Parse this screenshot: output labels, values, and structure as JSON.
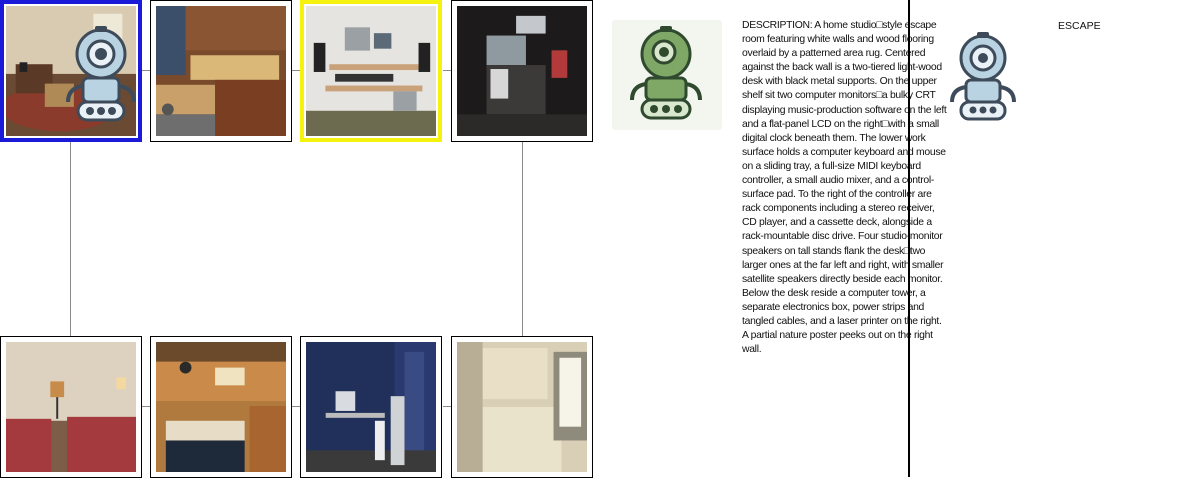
{
  "description": {
    "text": "DESCRIPTION: A home studio□style escape room featuring white walls and wood flooring overlaid by a patterned area rug. Centered against the back wall is a two-tiered light-wood desk with black metal supports. On the upper shelf sit two computer monitors□a bulky CRT displaying music-production software on the left and a flat-panel LCD on the right□with a small digital clock beneath them. The lower work surface holds a computer keyboard and mouse on a sliding tray, a full-size MIDI keyboard controller, a small audio mixer, and a control-surface pad. To the right of the controller are rack components including a stereo receiver, CD player, and a cassette deck, alongside a rack-mountable disc drive. Four studio-monitor speakers on tall stands flank the desk□two larger ones at the far left and right, with smaller satellite speakers directly beside each monitor. Below the desk reside a computer tower, a separate electronics box, power strips and tangled cables, and a laser printer on the right. A partial nature poster peeks out on the right wall."
  },
  "right_panel": {
    "label": "ESCAPE"
  },
  "tiles": [
    {
      "scene": "living-room",
      "selection": "blue"
    },
    {
      "scene": "kitchen-wood",
      "selection": "none"
    },
    {
      "scene": "studio-desk",
      "selection": "yellow"
    },
    {
      "scene": "studio-dark",
      "selection": "none"
    },
    {
      "scene": "bedroom",
      "selection": "none"
    },
    {
      "scene": "kitchen-island",
      "selection": "none"
    },
    {
      "scene": "studio-blue",
      "selection": "none"
    },
    {
      "scene": "kitchen-white",
      "selection": "none"
    }
  ],
  "colors": {
    "selected_primary": "#1a1ad8",
    "selected_secondary": "#f4f20e",
    "avatar_green": "#7fa867",
    "robot_blue": "#b9d3e2"
  },
  "icons": [
    "robot-icon"
  ]
}
